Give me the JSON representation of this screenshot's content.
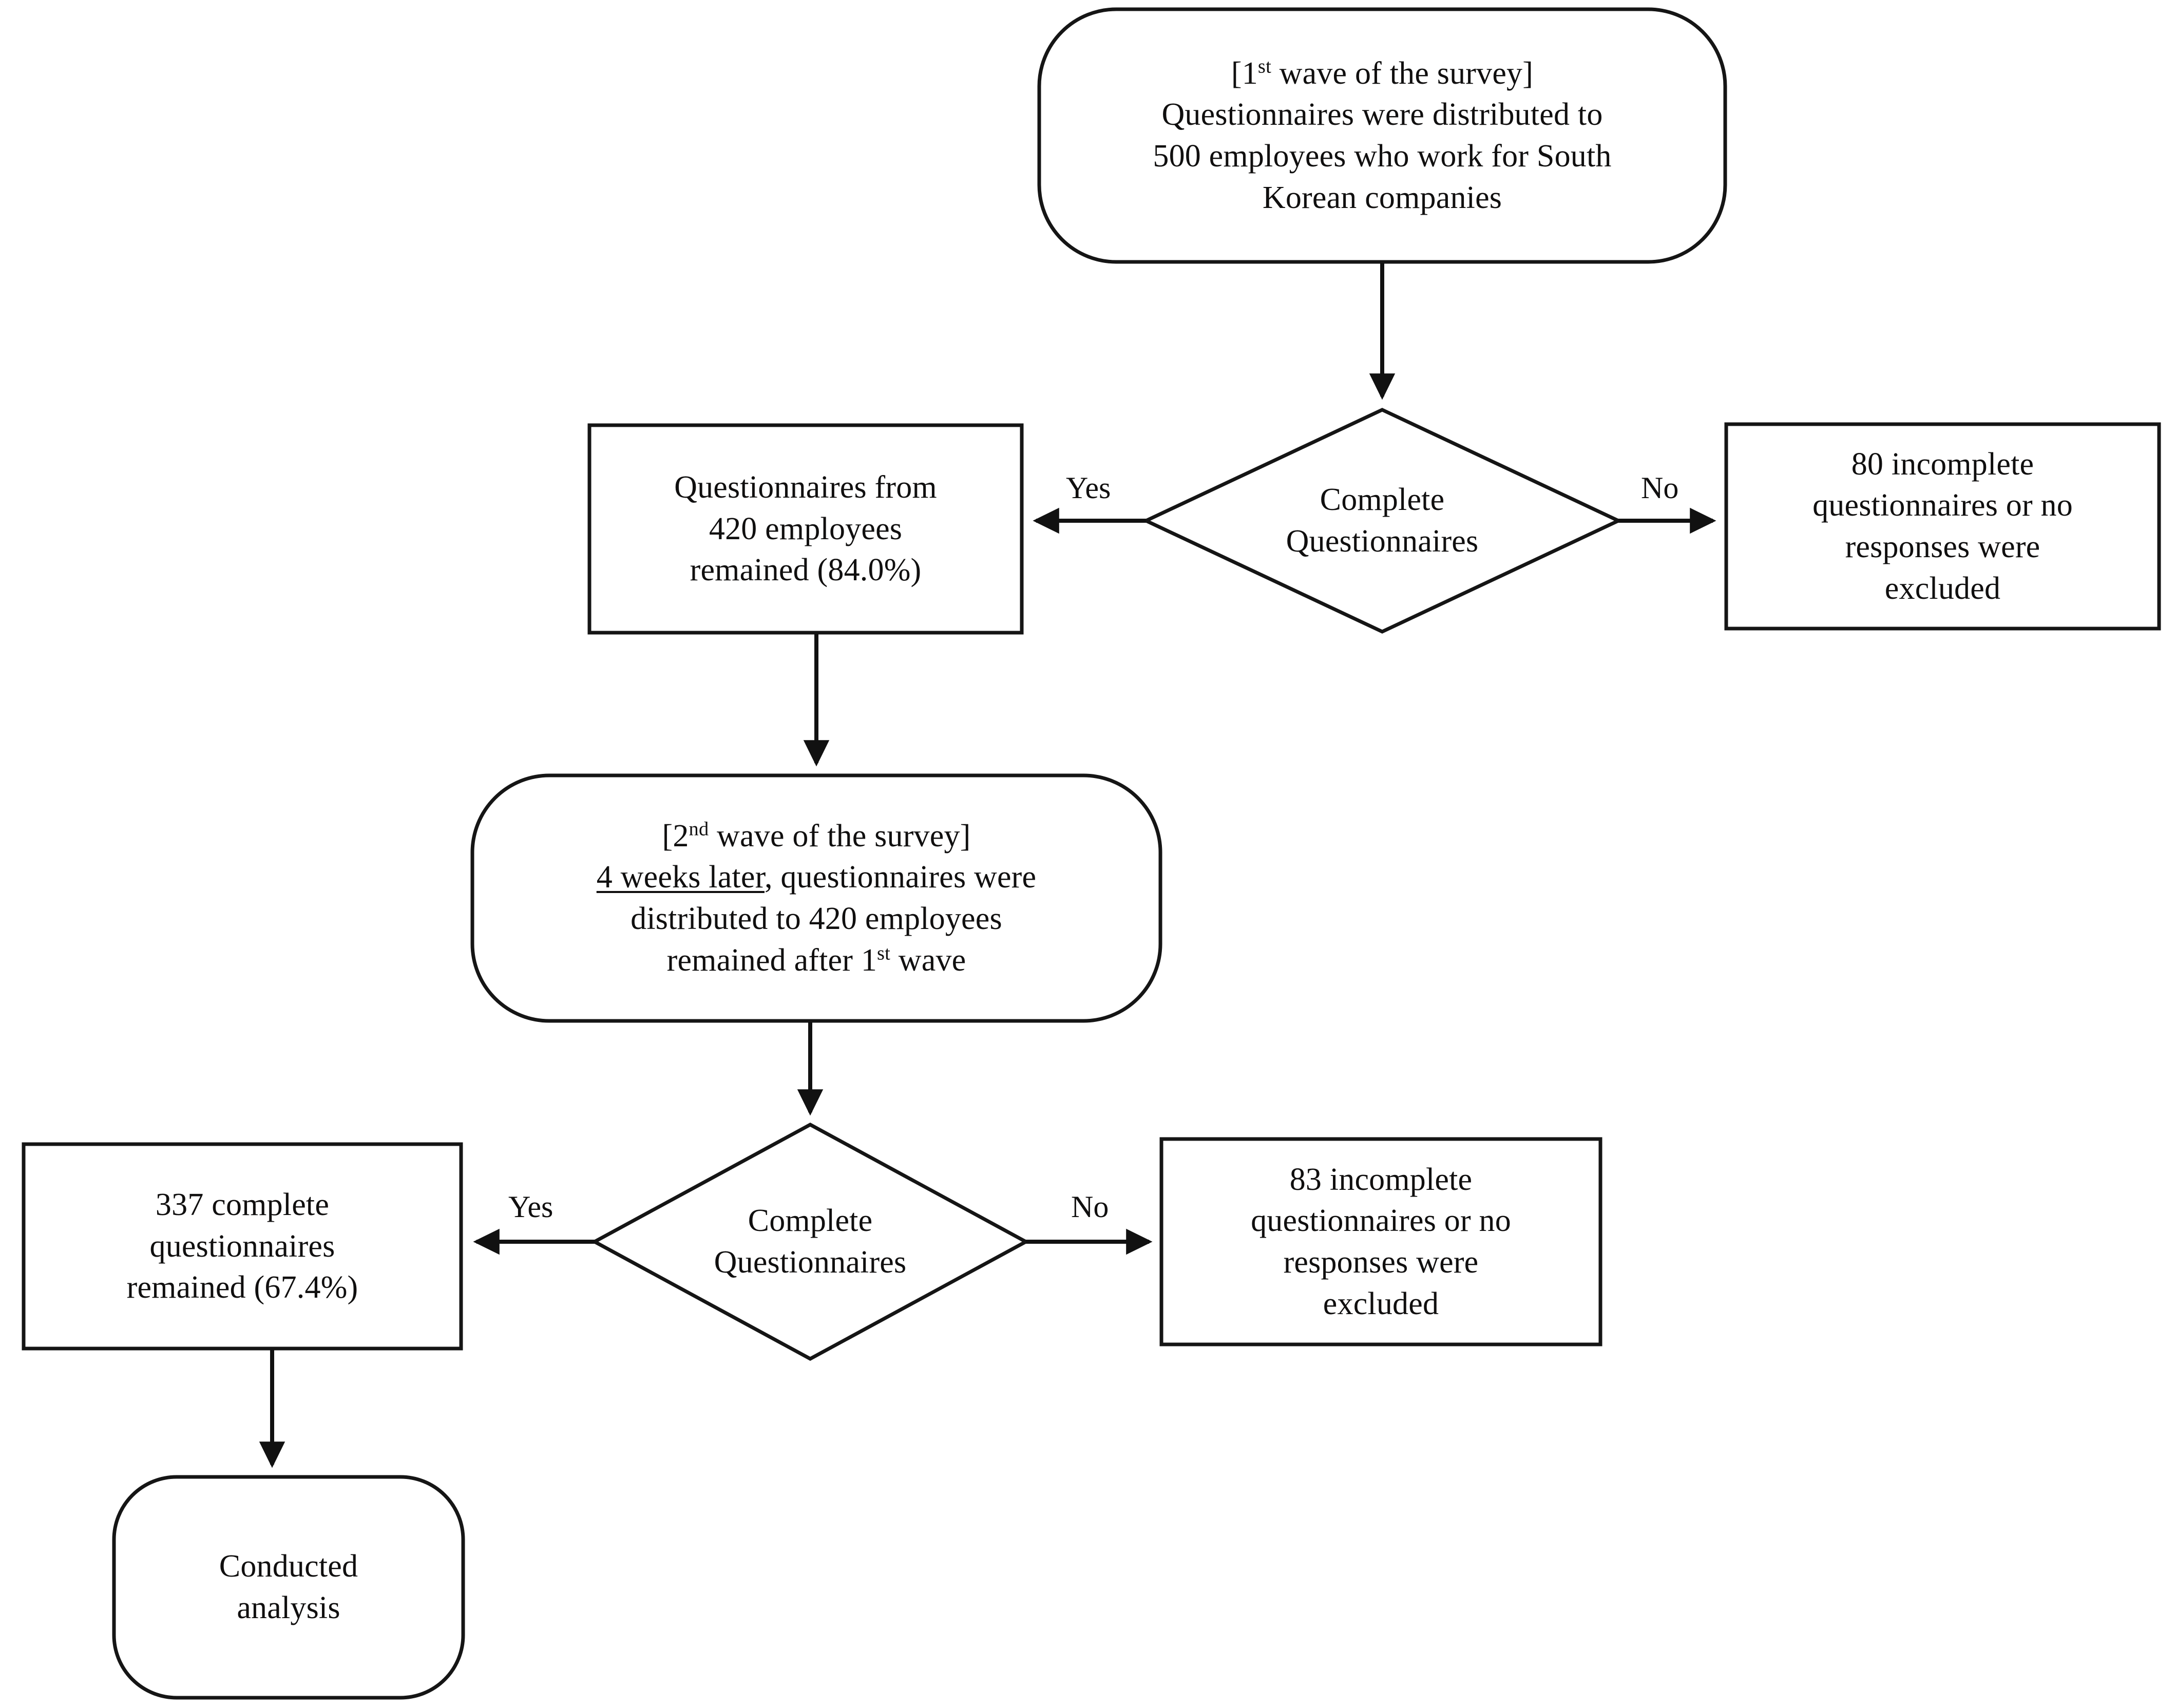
{
  "diagram": {
    "title": "Survey data collection flow",
    "type": "flowchart",
    "colors": {
      "stroke": "#151515",
      "text": "#100f0f",
      "background": "#ffffff"
    },
    "nodes": {
      "wave1": {
        "shape": "rounded-rectangle",
        "lines": [
          {
            "pre": "[1",
            "ord": "st",
            "post": " wave of the survey]"
          },
          {
            "text": "Questionnaires were distributed  to"
          },
          {
            "text": "500 employees who work for South"
          },
          {
            "text": "Korean companies"
          }
        ]
      },
      "decision1": {
        "shape": "diamond",
        "lines": [
          "Complete",
          "Questionnaires"
        ]
      },
      "remained420": {
        "shape": "rectangle",
        "lines": [
          "Questionnaires from",
          "420 employees",
          "remained (84.0%)"
        ]
      },
      "excluded80": {
        "shape": "rectangle",
        "lines": [
          "80 incomplete",
          "questionnaires or no",
          "responses were",
          "excluded"
        ]
      },
      "wave2": {
        "shape": "rounded-rectangle",
        "lines": [
          {
            "pre": "[2",
            "ord": "nd",
            "post": " wave of the survey]"
          },
          {
            "underline": "4 weeks later",
            "post": ", questionnaires were"
          },
          {
            "text": "distributed  to 420 employees"
          },
          {
            "pre": "remained after 1",
            "ord": "st",
            "post": " wave"
          }
        ]
      },
      "decision2": {
        "shape": "diamond",
        "lines": [
          "Complete",
          "Questionnaires"
        ]
      },
      "complete337": {
        "shape": "rectangle",
        "lines": [
          "337 complete",
          "questionnaires",
          "remained (67.4%)"
        ]
      },
      "excluded83": {
        "shape": "rectangle",
        "lines": [
          "83 incomplete",
          "questionnaires or no",
          "responses were",
          "excluded"
        ]
      },
      "analysis": {
        "shape": "rounded-rectangle",
        "lines": [
          "Conducted",
          "analysis"
        ]
      }
    },
    "edge_labels": {
      "yes1": "Yes",
      "no1": "No",
      "yes2": "Yes",
      "no2": "No"
    }
  }
}
